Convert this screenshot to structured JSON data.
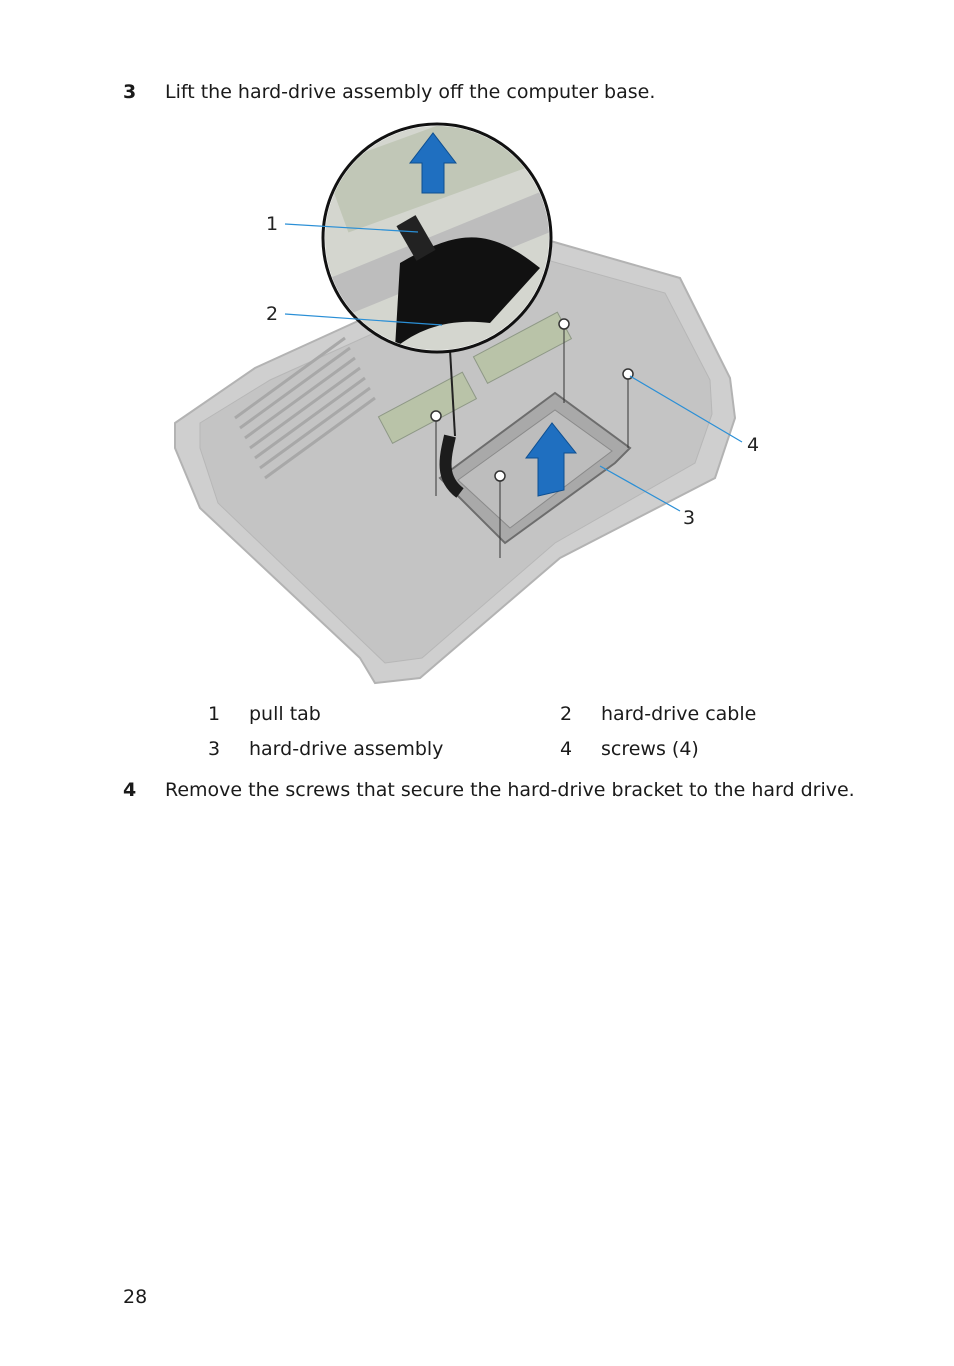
{
  "steps": [
    {
      "number": "3",
      "text": "Lift the hard-drive assembly off the computer base."
    },
    {
      "number": "4",
      "text": "Remove the screws that secure the hard-drive bracket to the hard drive."
    }
  ],
  "figure": {
    "callouts": [
      "1",
      "2",
      "3",
      "4"
    ]
  },
  "legend": [
    {
      "num": "1",
      "label": "pull tab"
    },
    {
      "num": "2",
      "label": "hard-drive cable"
    },
    {
      "num": "3",
      "label": "hard-drive assembly"
    },
    {
      "num": "4",
      "label": "screws (4)"
    }
  ],
  "page_number": "28",
  "colors": {
    "callout_line": "#2a8fd6",
    "arrow": "#1f6fc0",
    "chassis": "#c9c9c9"
  }
}
